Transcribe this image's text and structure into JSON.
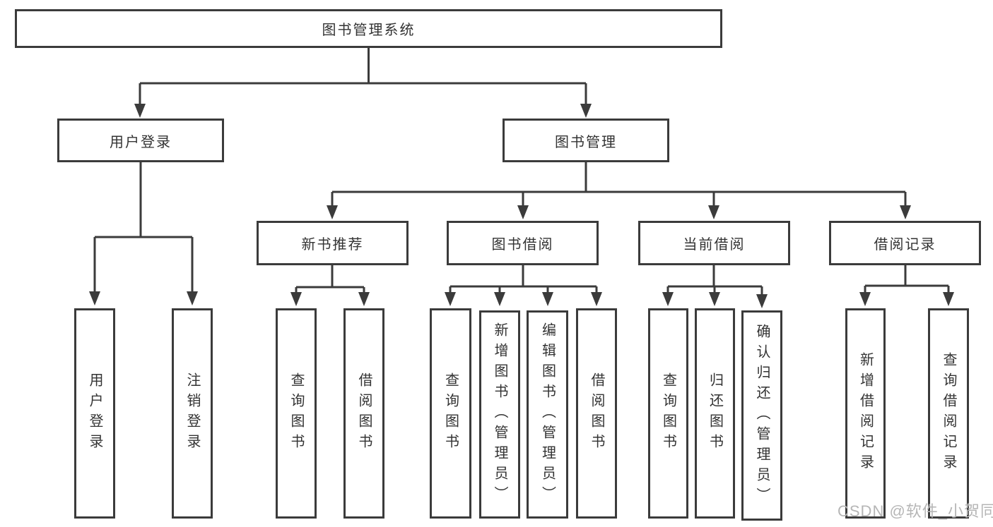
{
  "diagram": {
    "root": {
      "label": "图书管理系统"
    },
    "level1": [
      {
        "label": "用户登录"
      },
      {
        "label": "图书管理"
      }
    ],
    "level2": [
      {
        "label": "新书推荐"
      },
      {
        "label": "图书借阅"
      },
      {
        "label": "当前借阅"
      },
      {
        "label": "借阅记录"
      }
    ],
    "leaves": {
      "user_login": [
        "用户登录",
        "注销登录"
      ],
      "new_book": [
        "查询图书",
        "借阅图书"
      ],
      "book_borrow": [
        "查询图书",
        "新增图书（管理员）",
        "编辑图书（管理员）",
        "借阅图书"
      ],
      "current_borrow": [
        "查询图书",
        "归还图书",
        "确认归还（管理员）"
      ],
      "borrow_record": [
        "新增借阅记录",
        "查询借阅记录"
      ]
    }
  },
  "watermark": {
    "text": "CSDN @软件_小贺同学"
  }
}
